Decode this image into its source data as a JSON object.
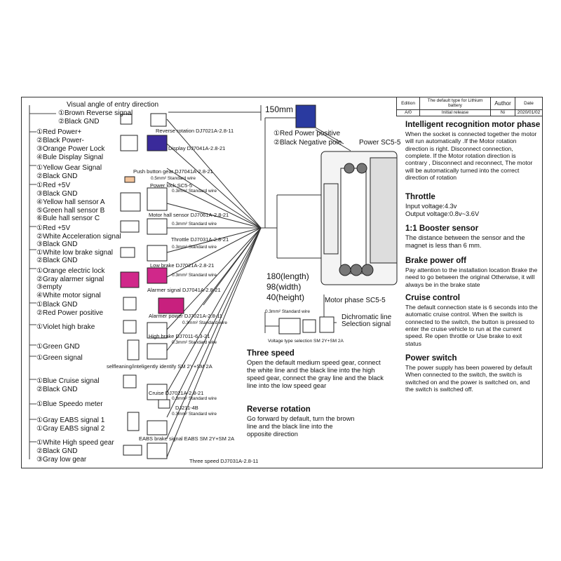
{
  "header": {
    "view_label": "Visual angle of entry direction",
    "length_label": "150mm"
  },
  "title_block": {
    "edition_hdr": "Edition",
    "desc_hdr": "The default type for Lithium battery",
    "author_hdr": "Author",
    "date_hdr": "Date",
    "edition": "A/0",
    "desc": "Initial release",
    "author": "Ni",
    "date": "2020/01/02"
  },
  "left_labels": [
    "①Brown  Reverse signal",
    "②Black GND",
    "①Red    Power+",
    "②Black   Power-",
    "③Orange Power Lock",
    "④Bule  Display Signal",
    "①Yellow  Gear Signal",
    "②Black GND",
    "①Red +5V",
    "③Black GND",
    "④Yellow hall sensor A",
    "⑤Green hall sensor B",
    "⑥Bule hall sensor C",
    "①Red  +5V",
    "②White Acceleration signal",
    "③Black GND",
    "①White  low  brake signal",
    "②Black GND",
    "①Orange electric lock",
    "②Gray alarmer signal",
    "③empty",
    "④White motor signal",
    "①Black  GND",
    "②Red Power positive",
    "①Violet  high brake",
    "①Green GND",
    "①Green signal",
    "①Blue  Cruise signal",
    "②Black GND",
    "①Blue  Speedo meter",
    "①Gray EABS signal 1",
    "①Gray EABS signal 2",
    "①White High speed gear",
    "②Black GND",
    "③Gray  low gear"
  ],
  "connector_labels": [
    "Reverse rotation DJ7021A-2.8-11",
    "Display DJ7041A-2.8-21",
    "Push button gear DJ7041A-2.8-21",
    "0.5mm² Standard wire",
    "Power lock SC5-5",
    "0.3mm² Standard wire",
    "Motor hall sensor DJ7061A-2.8-21",
    "0.3mm² Standard wire",
    "Throttle DJ7031A-2.8-21",
    "0.3mm² Standard wire",
    "Low brake DJ7021A-2.8-21",
    "Alarmer signal DJ7041A-2.8-21",
    "0.3mm² Standard wire",
    "Alarmer power DJ7021A-2.8-11",
    "0.3mm² Standard wire",
    "High brake  DJ7011-6.3-21",
    "0.3mm² Standard wire",
    "selfleaning/inteligently identify SM 2Y+SM 2A",
    "Cruise DJ7021A-2.8-21",
    "0.3mm² Standard wire",
    "DJ211-4B",
    "0.3mm² Standard wire",
    "EABS brake signal EABS SM 2Y+SM 2A",
    "Three speed DJ7031A-2.8-11"
  ],
  "center": {
    "power_pos": "①Red  Power positive",
    "power_neg": "②Black  Negative pole",
    "power_sc": "Power SC5-5",
    "dim_length": "180(length)",
    "dim_width": "98(width)",
    "dim_height": "40(height)",
    "motor_phase": "Motor phase SC5-5",
    "std_wire": "0.3mm² Standard wire",
    "dichro": "Dichromatic line",
    "dichro2": "Selection signal",
    "voltage_sel": "Voltage type selection SM 2Y+SM 2A"
  },
  "three_speed": {
    "title": "Three speed",
    "body": "Open the default medium speed gear, connect the white line and the black line  into the high speed gear, connect the gray line and the black line into the low speed gear"
  },
  "reverse": {
    "title": "Reverse rotation",
    "body": "Go forward by default, turn the brown line  and the black line into  the opposite direction"
  },
  "right_sections": [
    {
      "title": "Intelligent recognition motor phase",
      "body": "When the socket is connected together the motor will run automatically .If the Motor rotation direction is right. Disconnect connection, complete. If the Motor rotation direction is contrary , Disconnect and reconnect, The motor will be automatically turned into the correct direction of rotation"
    },
    {
      "title": "Throttle",
      "body": "Input voltage:4.3v\nOutput voltage:0.8v~3.6V"
    },
    {
      "title": "1:1 Booster sensor",
      "body": "The distance between the sensor and the magnet is less than 6 mm."
    },
    {
      "title": "Brake power off",
      "body": "Pay attention to the installation location Brake the need to go between the original Otherwise, it will always be in the brake state"
    },
    {
      "title": "Cruise control",
      "body": "The default connection state is 6 seconds into the automatic cruise control. When the switch is connected to the switch, the button is pressed to enter the cruise vehicle to run at the current speed. Re open throttle or Use brake to exit status"
    },
    {
      "title": "Power switch",
      "body": "The power supply has been powered by default When connected to the switch, the switch is switched on and the power is switched on, and the switch is switched off."
    }
  ],
  "colors": {
    "display_connector": "#3a2a9a",
    "power_connector": "#2a3aa0",
    "alarm_connector": "#d0288a",
    "alarm_power_connector": "#c8207e",
    "line": "#333333"
  }
}
